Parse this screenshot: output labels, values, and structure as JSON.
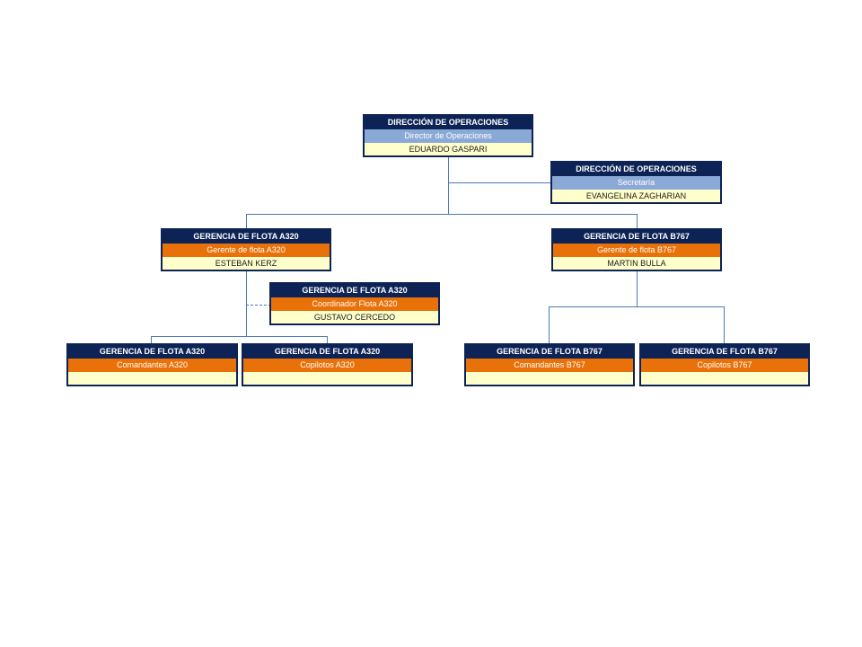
{
  "colors": {
    "title_bar": "#0d2356",
    "role_blue": "#8ba9d6",
    "role_orange": "#e8710a",
    "name_bg": "#ffffcc",
    "connector": "#4a7ab5"
  },
  "director": {
    "title": "DIRECCIÓN DE OPERACIONES",
    "role": "Director de Operaciones",
    "name": "EDUARDO GASPARI"
  },
  "secretary": {
    "title": "DIRECCIÓN DE OPERACIONES",
    "role": "Secretaría",
    "name": "EVANGELINA ZAGHARIAN"
  },
  "manager_a320": {
    "title": "GERENCIA DE FLOTA A320",
    "role": "Gerente de flota A320",
    "name": "ESTEBAN KERZ"
  },
  "manager_b767": {
    "title": "GERENCIA DE FLOTA B767",
    "role": "Gerente de flota B767",
    "name": "MARTIN BULLA"
  },
  "coordinator_a320": {
    "title": "GERENCIA DE FLOTA A320",
    "role": "Coordinador Flota A320",
    "name": "GUSTAVO CERCEDO"
  },
  "captains_a320": {
    "title": "GERENCIA DE FLOTA A320",
    "role": "Comandantes A320",
    "name": ""
  },
  "copilots_a320": {
    "title": "GERENCIA DE FLOTA A320",
    "role": "Copilotos A320",
    "name": ""
  },
  "captains_b767": {
    "title": "GERENCIA DE FLOTA B767",
    "role": "Comandantes B767",
    "name": ""
  },
  "copilots_b767": {
    "title": "GERENCIA DE FLOTA B767",
    "role": "Copilotos B767",
    "name": ""
  }
}
